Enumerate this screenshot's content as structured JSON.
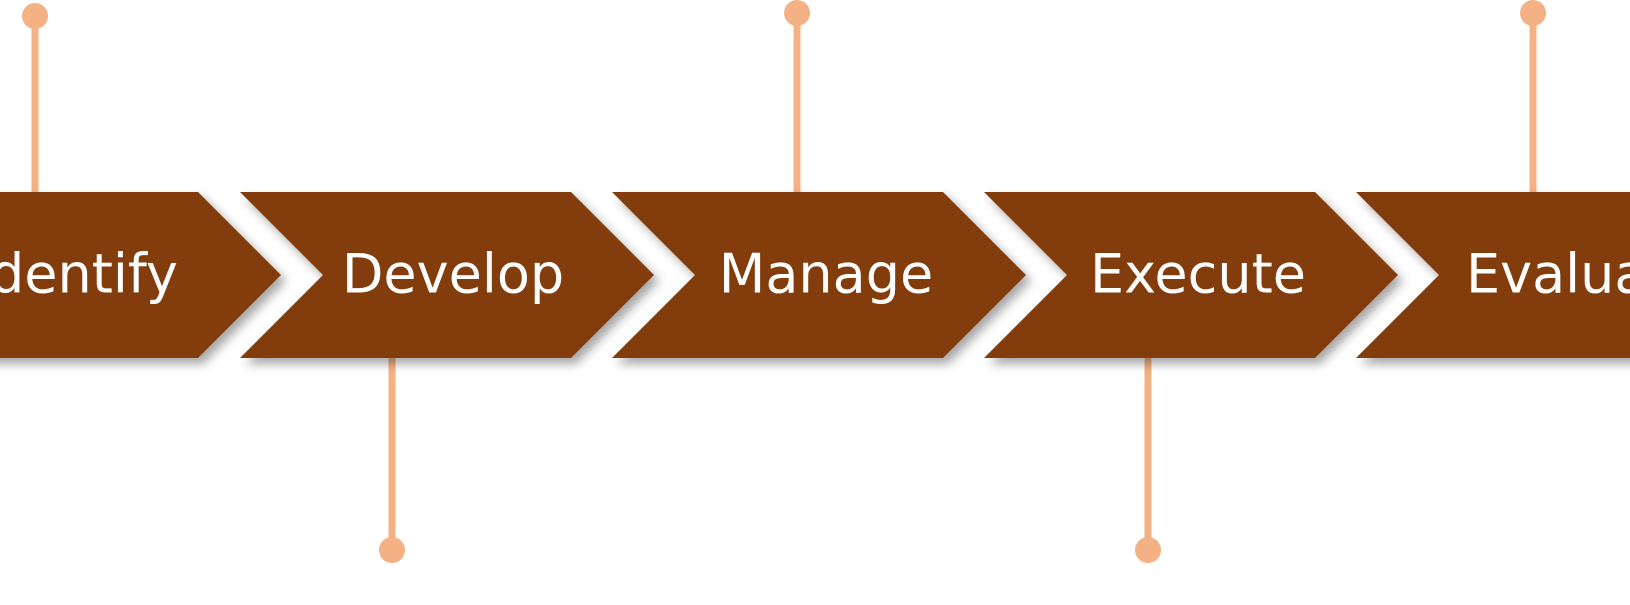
{
  "diagram": {
    "steps": [
      {
        "label": "Identify",
        "connector": "top"
      },
      {
        "label": "Develop",
        "connector": "bottom"
      },
      {
        "label": "Manage",
        "connector": "top"
      },
      {
        "label": "Execute",
        "connector": "bottom"
      },
      {
        "label": "Evaluate",
        "connector": "top"
      }
    ]
  },
  "colors": {
    "chevron_fill": "#833C0C",
    "connector": "#F4B183",
    "label_text": "#FFFFFF",
    "background": "#FFFFFF"
  }
}
